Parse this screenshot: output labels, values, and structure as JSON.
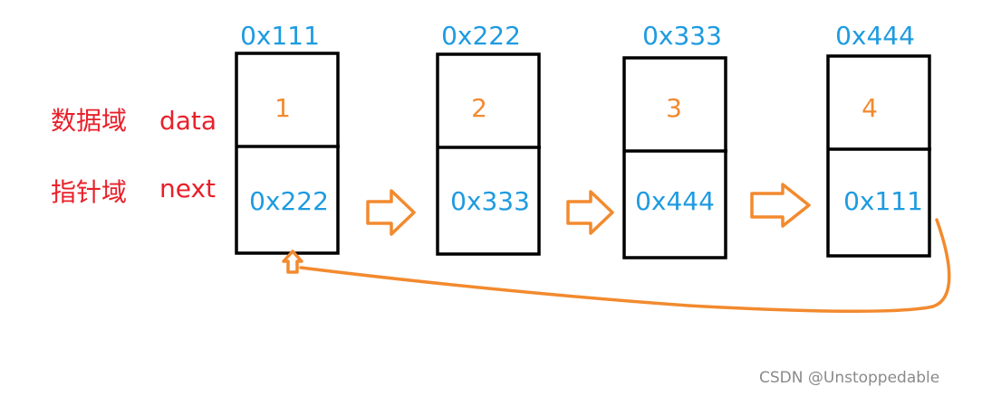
{
  "labels": {
    "data_field_cn": "数据域",
    "data_field_en": "data",
    "pointer_field_cn": "指针域",
    "pointer_field_en": "next"
  },
  "nodes": [
    {
      "address": "0x111",
      "data": "1",
      "next": "0x222"
    },
    {
      "address": "0x222",
      "data": "2",
      "next": "0x333"
    },
    {
      "address": "0x333",
      "data": "3",
      "next": "0x444"
    },
    {
      "address": "0x444",
      "data": "4",
      "next": "0x111"
    }
  ],
  "watermark": "CSDN @Unstoppedable",
  "colors": {
    "address": "#1e9be0",
    "data": "#f28a2e",
    "side_labels": "#e8202a",
    "arrows": "#f28a2e",
    "box_border": "#000000"
  }
}
